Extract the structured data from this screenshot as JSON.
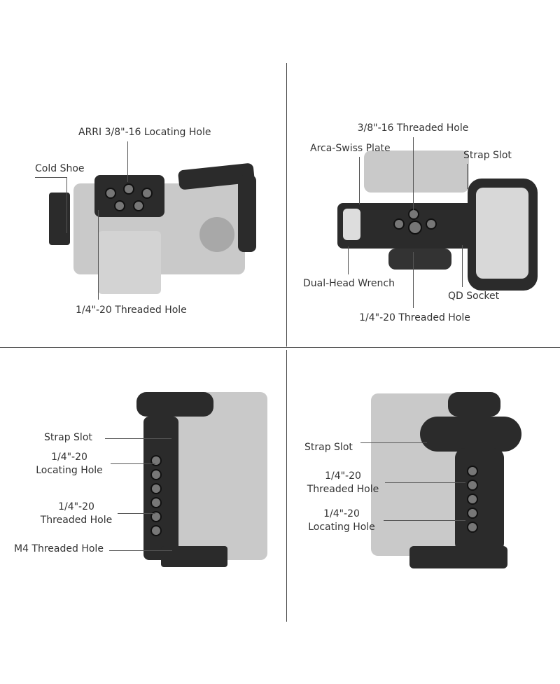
{
  "panels": {
    "top_left": {
      "labels": {
        "arri_hole": "ARRI 3/8\"-16 Locating Hole",
        "cold_shoe": "Cold Shoe",
        "threaded_hole": "1/4\"-20 Threaded Hole"
      }
    },
    "top_right": {
      "labels": {
        "threaded_38": "3/8\"-16 Threaded Hole",
        "arca_plate": "Arca-Swiss Plate",
        "strap_slot": "Strap Slot",
        "wrench": "Dual-Head Wrench",
        "qd_socket": "QD Socket",
        "threaded_14": "1/4\"-20 Threaded Hole"
      }
    },
    "bottom_left": {
      "labels": {
        "strap_slot": "Strap Slot",
        "locating_1": "1/4\"-20",
        "locating_2": "Locating Hole",
        "threaded_1": "1/4\"-20",
        "threaded_2": "Threaded Hole",
        "m4_hole": "M4 Threaded Hole"
      }
    },
    "bottom_right": {
      "labels": {
        "strap_slot": "Strap Slot",
        "threaded_1": "1/4\"-20",
        "threaded_2": "Threaded Hole",
        "locating_1": "1/4\"-20",
        "locating_2": "Locating Hole"
      }
    }
  }
}
